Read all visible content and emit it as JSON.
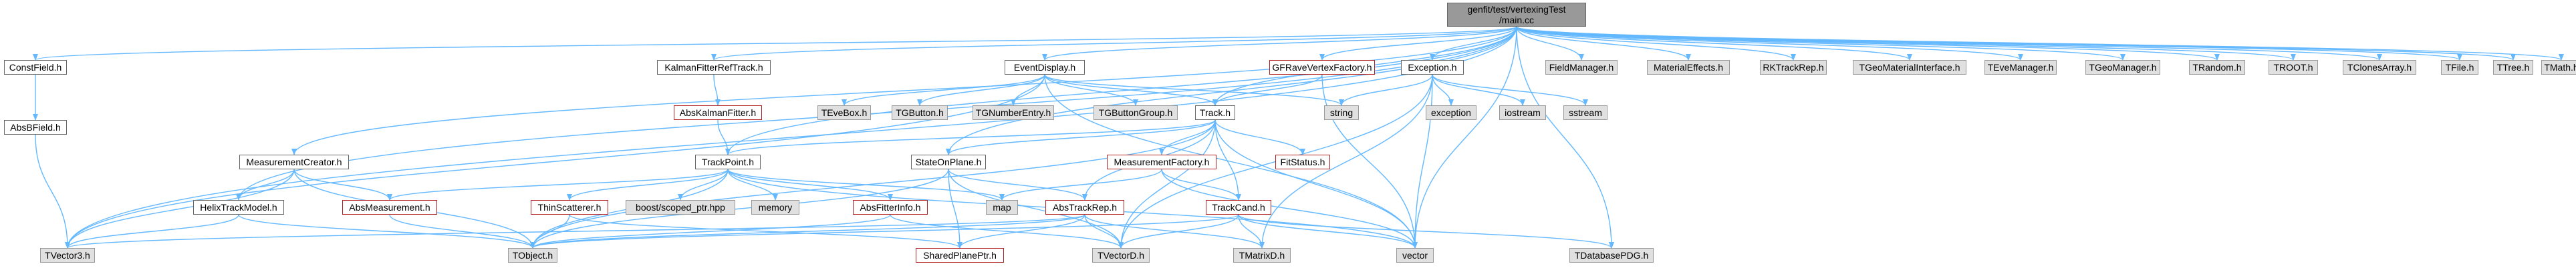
{
  "graph": {
    "root": "genfit/test/vertexingTest/main.cc",
    "colors": {
      "edge": "#63b8ff",
      "root_fill": "#999999",
      "ext_fill": "#e0e0e0",
      "red_border": "#b22222",
      "box_border": "#666666"
    },
    "nodes": [
      {
        "id": "root",
        "label": "genfit/test/vertexingTest\n/main.cc",
        "style": "root"
      },
      {
        "id": "ConstField",
        "label": "ConstField.h",
        "style": "white"
      },
      {
        "id": "AbsBField",
        "label": "AbsBField.h",
        "style": "white"
      },
      {
        "id": "KalmanFitterRefTrack",
        "label": "KalmanFitterRefTrack.h",
        "style": "white"
      },
      {
        "id": "EventDisplay",
        "label": "EventDisplay.h",
        "style": "white"
      },
      {
        "id": "GFRaveVertexFactory",
        "label": "GFRaveVertexFactory.h",
        "style": "red"
      },
      {
        "id": "Exception",
        "label": "Exception.h",
        "style": "white"
      },
      {
        "id": "FieldManager",
        "label": "FieldManager.h",
        "style": "gray"
      },
      {
        "id": "MaterialEffects",
        "label": "MaterialEffects.h",
        "style": "gray"
      },
      {
        "id": "RKTrackRep",
        "label": "RKTrackRep.h",
        "style": "gray"
      },
      {
        "id": "TGeoMaterialInterface",
        "label": "TGeoMaterialInterface.h",
        "style": "gray"
      },
      {
        "id": "TEveManager",
        "label": "TEveManager.h",
        "style": "gray"
      },
      {
        "id": "TGeoManager",
        "label": "TGeoManager.h",
        "style": "gray"
      },
      {
        "id": "TRandom",
        "label": "TRandom.h",
        "style": "gray"
      },
      {
        "id": "TROOT",
        "label": "TROOT.h",
        "style": "gray"
      },
      {
        "id": "TClonesArray",
        "label": "TClonesArray.h",
        "style": "gray"
      },
      {
        "id": "TFile",
        "label": "TFile.h",
        "style": "gray"
      },
      {
        "id": "TTree",
        "label": "TTree.h",
        "style": "gray"
      },
      {
        "id": "TMath",
        "label": "TMath.h",
        "style": "gray"
      },
      {
        "id": "AbsKalmanFitter",
        "label": "AbsKalmanFitter.h",
        "style": "red"
      },
      {
        "id": "TEveBox",
        "label": "TEveBox.h",
        "style": "gray"
      },
      {
        "id": "TGButton",
        "label": "TGButton.h",
        "style": "gray"
      },
      {
        "id": "TGNumberEntry",
        "label": "TGNumberEntry.h",
        "style": "gray"
      },
      {
        "id": "TGButtonGroup",
        "label": "TGButtonGroup.h",
        "style": "gray"
      },
      {
        "id": "Track",
        "label": "Track.h",
        "style": "white"
      },
      {
        "id": "string",
        "label": "string",
        "style": "gray"
      },
      {
        "id": "exception",
        "label": "exception",
        "style": "gray"
      },
      {
        "id": "iostream",
        "label": "iostream",
        "style": "gray"
      },
      {
        "id": "sstream",
        "label": "sstream",
        "style": "gray"
      },
      {
        "id": "MeasurementCreator",
        "label": "MeasurementCreator.h",
        "style": "white"
      },
      {
        "id": "TrackPoint",
        "label": "TrackPoint.h",
        "style": "white"
      },
      {
        "id": "StateOnPlane",
        "label": "StateOnPlane.h",
        "style": "white"
      },
      {
        "id": "MeasurementFactory",
        "label": "MeasurementFactory.h",
        "style": "red"
      },
      {
        "id": "FitStatus",
        "label": "FitStatus.h",
        "style": "red"
      },
      {
        "id": "HelixTrackModel",
        "label": "HelixTrackModel.h",
        "style": "white"
      },
      {
        "id": "AbsMeasurement",
        "label": "AbsMeasurement.h",
        "style": "red"
      },
      {
        "id": "ThinScatterer",
        "label": "ThinScatterer.h",
        "style": "red"
      },
      {
        "id": "boost",
        "label": "boost/scoped_ptr.hpp",
        "style": "gray"
      },
      {
        "id": "memory",
        "label": "memory",
        "style": "gray"
      },
      {
        "id": "AbsFitterInfo",
        "label": "AbsFitterInfo.h",
        "style": "red"
      },
      {
        "id": "map",
        "label": "map",
        "style": "gray"
      },
      {
        "id": "AbsTrackRep",
        "label": "AbsTrackRep.h",
        "style": "red"
      },
      {
        "id": "TrackCand",
        "label": "TrackCand.h",
        "style": "red"
      },
      {
        "id": "TVector3",
        "label": "TVector3.h",
        "style": "gray"
      },
      {
        "id": "TObject",
        "label": "TObject.h",
        "style": "gray"
      },
      {
        "id": "SharedPlanePtr",
        "label": "SharedPlanePtr.h",
        "style": "red"
      },
      {
        "id": "TVectorD",
        "label": "TVectorD.h",
        "style": "gray"
      },
      {
        "id": "TMatrixD",
        "label": "TMatrixD.h",
        "style": "gray"
      },
      {
        "id": "vector",
        "label": "vector",
        "style": "gray"
      },
      {
        "id": "TDatabasePDG",
        "label": "TDatabasePDG.h",
        "style": "gray"
      }
    ],
    "edges": [
      [
        "root",
        "ConstField"
      ],
      [
        "root",
        "KalmanFitterRefTrack"
      ],
      [
        "root",
        "EventDisplay"
      ],
      [
        "root",
        "GFRaveVertexFactory"
      ],
      [
        "root",
        "Exception"
      ],
      [
        "root",
        "FieldManager"
      ],
      [
        "root",
        "MaterialEffects"
      ],
      [
        "root",
        "RKTrackRep"
      ],
      [
        "root",
        "TGeoMaterialInterface"
      ],
      [
        "root",
        "TEveManager"
      ],
      [
        "root",
        "TGeoManager"
      ],
      [
        "root",
        "TRandom"
      ],
      [
        "root",
        "TROOT"
      ],
      [
        "root",
        "TClonesArray"
      ],
      [
        "root",
        "TFile"
      ],
      [
        "root",
        "TTree"
      ],
      [
        "root",
        "TMath"
      ],
      [
        "root",
        "Track"
      ],
      [
        "root",
        "MeasurementCreator"
      ],
      [
        "root",
        "HelixTrackModel"
      ],
      [
        "root",
        "TrackPoint"
      ],
      [
        "root",
        "StateOnPlane"
      ],
      [
        "root",
        "TVector3"
      ],
      [
        "root",
        "vector"
      ],
      [
        "root",
        "TDatabasePDG"
      ],
      [
        "ConstField",
        "AbsBField"
      ],
      [
        "AbsBField",
        "TVector3"
      ],
      [
        "KalmanFitterRefTrack",
        "AbsKalmanFitter"
      ],
      [
        "AbsKalmanFitter",
        "TrackPoint"
      ],
      [
        "EventDisplay",
        "TEveBox"
      ],
      [
        "EventDisplay",
        "TGButton"
      ],
      [
        "EventDisplay",
        "TGNumberEntry"
      ],
      [
        "EventDisplay",
        "TGButtonGroup"
      ],
      [
        "EventDisplay",
        "Track"
      ],
      [
        "EventDisplay",
        "string"
      ],
      [
        "EventDisplay",
        "vector"
      ],
      [
        "EventDisplay",
        "TVector3"
      ],
      [
        "GFRaveVertexFactory",
        "Track"
      ],
      [
        "GFRaveVertexFactory",
        "vector"
      ],
      [
        "Exception",
        "exception"
      ],
      [
        "Exception",
        "iostream"
      ],
      [
        "Exception",
        "sstream"
      ],
      [
        "Exception",
        "string"
      ],
      [
        "Exception",
        "TMatrixD"
      ],
      [
        "Exception",
        "vector"
      ],
      [
        "Exception",
        "TVectorD"
      ],
      [
        "Track",
        "TrackPoint"
      ],
      [
        "Track",
        "MeasurementFactory"
      ],
      [
        "Track",
        "FitStatus"
      ],
      [
        "Track",
        "AbsTrackRep"
      ],
      [
        "Track",
        "TrackCand"
      ],
      [
        "Track",
        "StateOnPlane"
      ],
      [
        "Track",
        "TObject"
      ],
      [
        "Track",
        "TVectorD"
      ],
      [
        "Track",
        "vector"
      ],
      [
        "MeasurementCreator",
        "HelixTrackModel"
      ],
      [
        "MeasurementCreator",
        "AbsMeasurement"
      ],
      [
        "MeasurementCreator",
        "TObject"
      ],
      [
        "MeasurementCreator",
        "TVector3"
      ],
      [
        "HelixTrackModel",
        "TVector3"
      ],
      [
        "HelixTrackModel",
        "TObject"
      ],
      [
        "TrackPoint",
        "AbsMeasurement"
      ],
      [
        "TrackPoint",
        "ThinScatterer"
      ],
      [
        "TrackPoint",
        "boost"
      ],
      [
        "TrackPoint",
        "memory"
      ],
      [
        "TrackPoint",
        "AbsFitterInfo"
      ],
      [
        "TrackPoint",
        "map"
      ],
      [
        "TrackPoint",
        "TObject"
      ],
      [
        "TrackPoint",
        "vector"
      ],
      [
        "StateOnPlane",
        "AbsTrackRep"
      ],
      [
        "StateOnPlane",
        "SharedPlanePtr"
      ],
      [
        "StateOnPlane",
        "TVectorD"
      ],
      [
        "StateOnPlane",
        "TObject"
      ],
      [
        "MeasurementFactory",
        "map"
      ],
      [
        "MeasurementFactory",
        "TrackCand"
      ],
      [
        "MeasurementFactory",
        "vector"
      ],
      [
        "AbsMeasurement",
        "TObject"
      ],
      [
        "ThinScatterer",
        "TObject"
      ],
      [
        "ThinScatterer",
        "SharedPlanePtr"
      ],
      [
        "AbsFitterInfo",
        "TObject"
      ],
      [
        "AbsFitterInfo",
        "TVectorD"
      ],
      [
        "AbsTrackRep",
        "SharedPlanePtr"
      ],
      [
        "AbsTrackRep",
        "TVectorD"
      ],
      [
        "AbsTrackRep",
        "TObject"
      ],
      [
        "AbsTrackRep",
        "TMatrixD"
      ],
      [
        "AbsTrackRep",
        "TVector3"
      ],
      [
        "TrackCand",
        "TVectorD"
      ],
      [
        "TrackCand",
        "TMatrixD"
      ],
      [
        "TrackCand",
        "vector"
      ],
      [
        "TrackCand",
        "TDatabasePDG"
      ],
      [
        "TrackCand",
        "TObject"
      ]
    ]
  }
}
